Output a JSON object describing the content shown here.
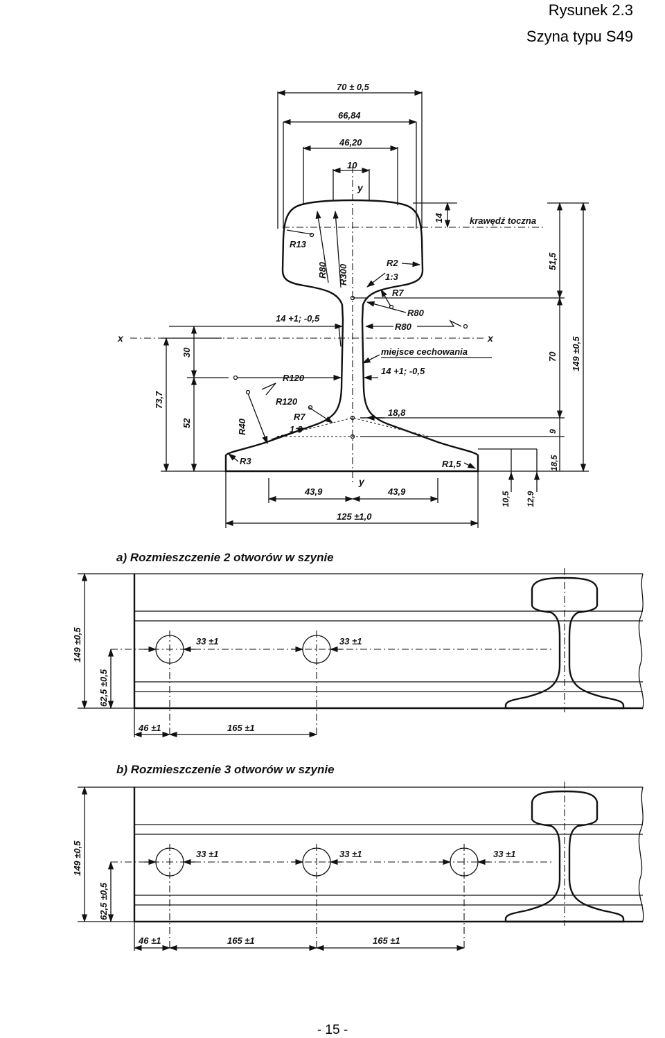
{
  "header": {
    "figure_number": "Rysunek 2.3",
    "figure_title": "Szyna typu S49"
  },
  "footer": {
    "page_number": "- 15 -"
  },
  "cross_section": {
    "labels": {
      "head_width": "70 ± 0,5",
      "head_inner_width": "66,84",
      "crown_width": "46,20",
      "crown_center": "10",
      "axis_y": "y",
      "axis_x": "x",
      "running_edge_depth": "14",
      "running_edge": "krawędź toczna",
      "r13": "R13",
      "r80_head": "R80",
      "r300": "R300",
      "r2": "R2",
      "slope_head": "1:3",
      "r7_head": "R7",
      "r80_right_a": "R80",
      "r80_right_b": "R80",
      "web_thickness_top": "14 +1; -0,5",
      "marking_place": "miejsce cechowania",
      "web_thickness_right": "14 +1; -0,5",
      "r120_a": "R120",
      "r120_b": "R120",
      "r7_foot": "R7",
      "slope_foot": "1:3",
      "r40": "R40",
      "r3": "R3",
      "r15": "R1,5",
      "web_low": "18,8",
      "dim_30": "30",
      "dim_52": "52",
      "dim_737": "73,7",
      "dim_515": "51,5",
      "dim_70": "70",
      "dim_9": "9",
      "dim_185": "18,5",
      "dim_105": "10,5",
      "dim_129": "12,9",
      "total_height": "149 ±0,5",
      "half_foot_left": "43,9",
      "half_foot_right": "43,9",
      "foot_width": "125 ±1,0"
    }
  },
  "view_a": {
    "caption": "a) Rozmieszczenie 2 otworów w szynie",
    "height": "149 ±0,5",
    "hole_height": "62,5 ±0,5",
    "hole_dia": [
      "33 ±1",
      "33 ±1"
    ],
    "spacing": [
      "46 ±1",
      "165 ±1"
    ]
  },
  "view_b": {
    "caption": "b) Rozmieszczenie 3 otworów w szynie",
    "height": "149 ±0,5",
    "hole_height": "62,5 ±0,5",
    "hole_dia": [
      "33 ±1",
      "33 ±1",
      "33 ±1"
    ],
    "spacing": [
      "46 ±1",
      "165 ±1",
      "165 ±1"
    ]
  }
}
